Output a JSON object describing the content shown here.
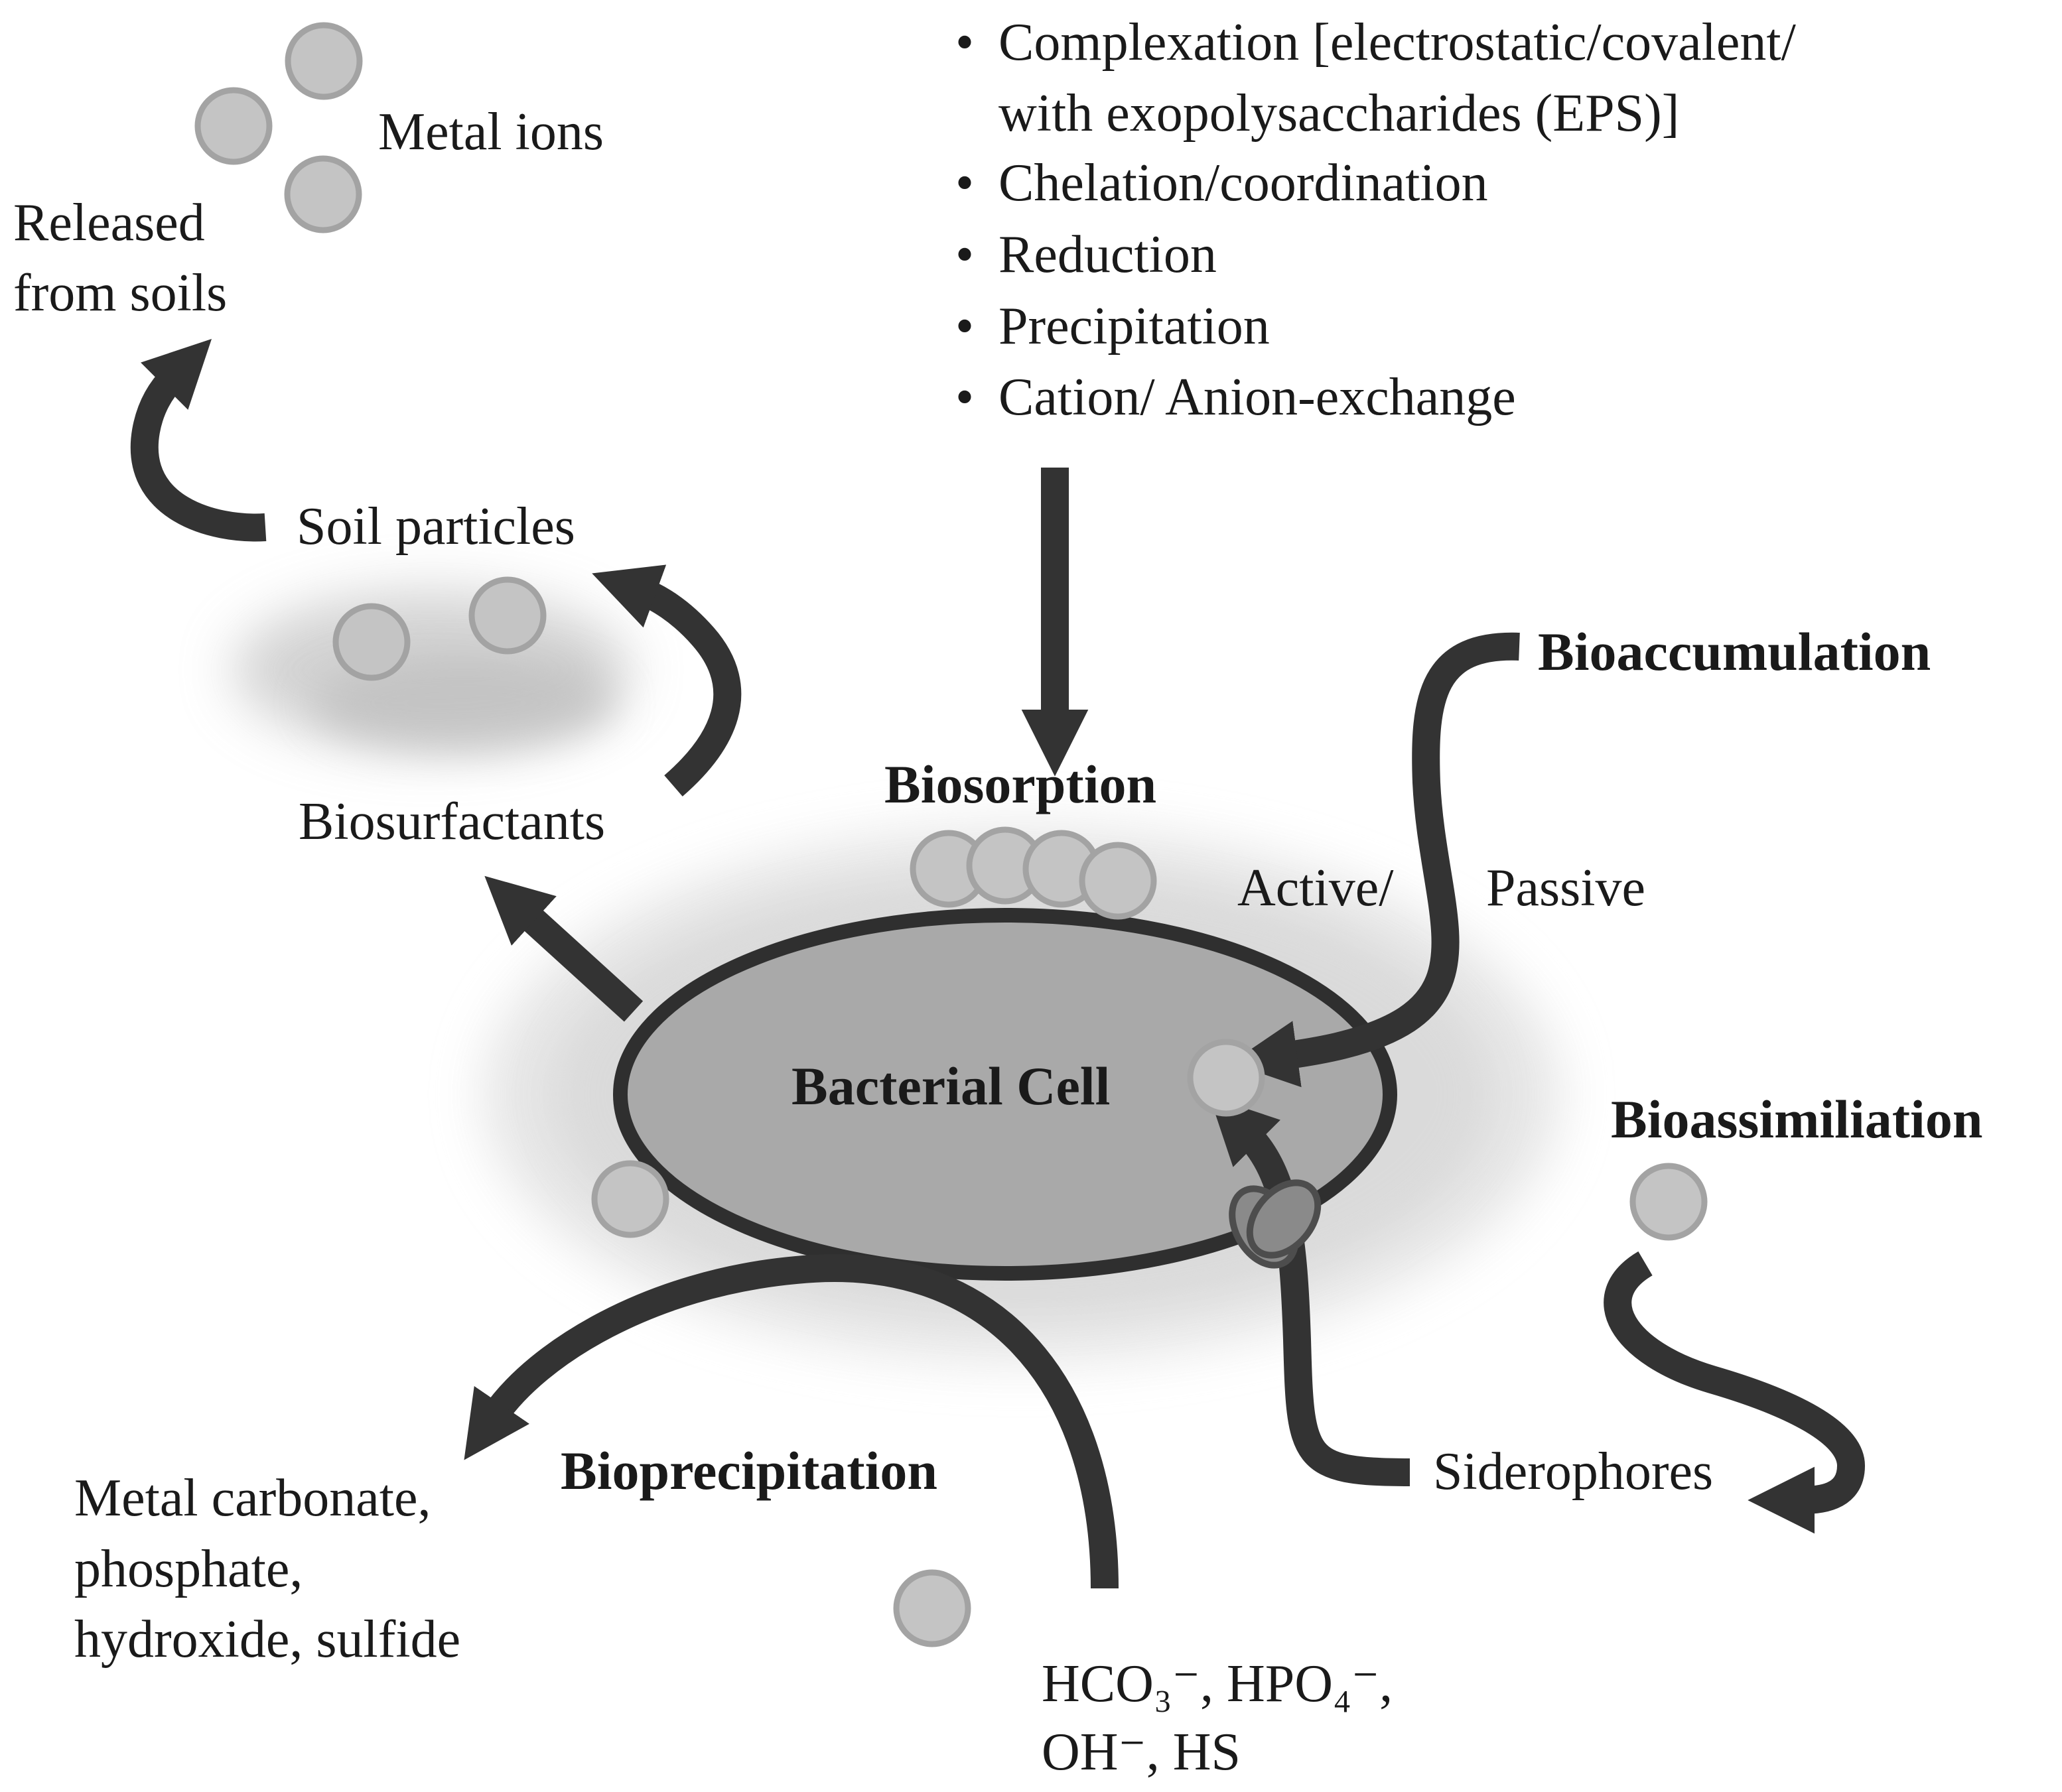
{
  "labels": {
    "metal_ions": "Metal ions",
    "released_line1": "Released",
    "released_line2": "from soils",
    "soil_particles": "Soil particles",
    "biosurfactants": "Biosurfactants",
    "biosorption": "Biosorption",
    "bioaccumulation": "Bioaccumulation",
    "active": "Active/",
    "passive": "Passive",
    "bacterial_cell": "Bacterial Cell",
    "bioassimilation": "Bioassimiliation",
    "siderophores": "Siderophores",
    "bioprecipitation": "Bioprecipitation",
    "metal_salts_line1": "Metal carbonate,",
    "metal_salts_line2": "phosphate,",
    "metal_salts_line3": "hydroxide, sulfide",
    "anions_line1": "HCO₃⁻, HPO₄⁻,",
    "anions_line2": "OH⁻, HS"
  },
  "biosorption_mechanisms": [
    "Complexation [electrostatic/covalent/",
    "with exopolysaccharides (EPS)]",
    "Chelation/coordination",
    "Reduction",
    "Precipitation",
    "Cation/ Anion-exchange"
  ],
  "colors": {
    "arrow": "#333333",
    "cell_fill": "#a9a9a9",
    "ion_fill": "#c4c4c4",
    "halo": "#dcdcdc",
    "text": "#1a1a1a"
  }
}
